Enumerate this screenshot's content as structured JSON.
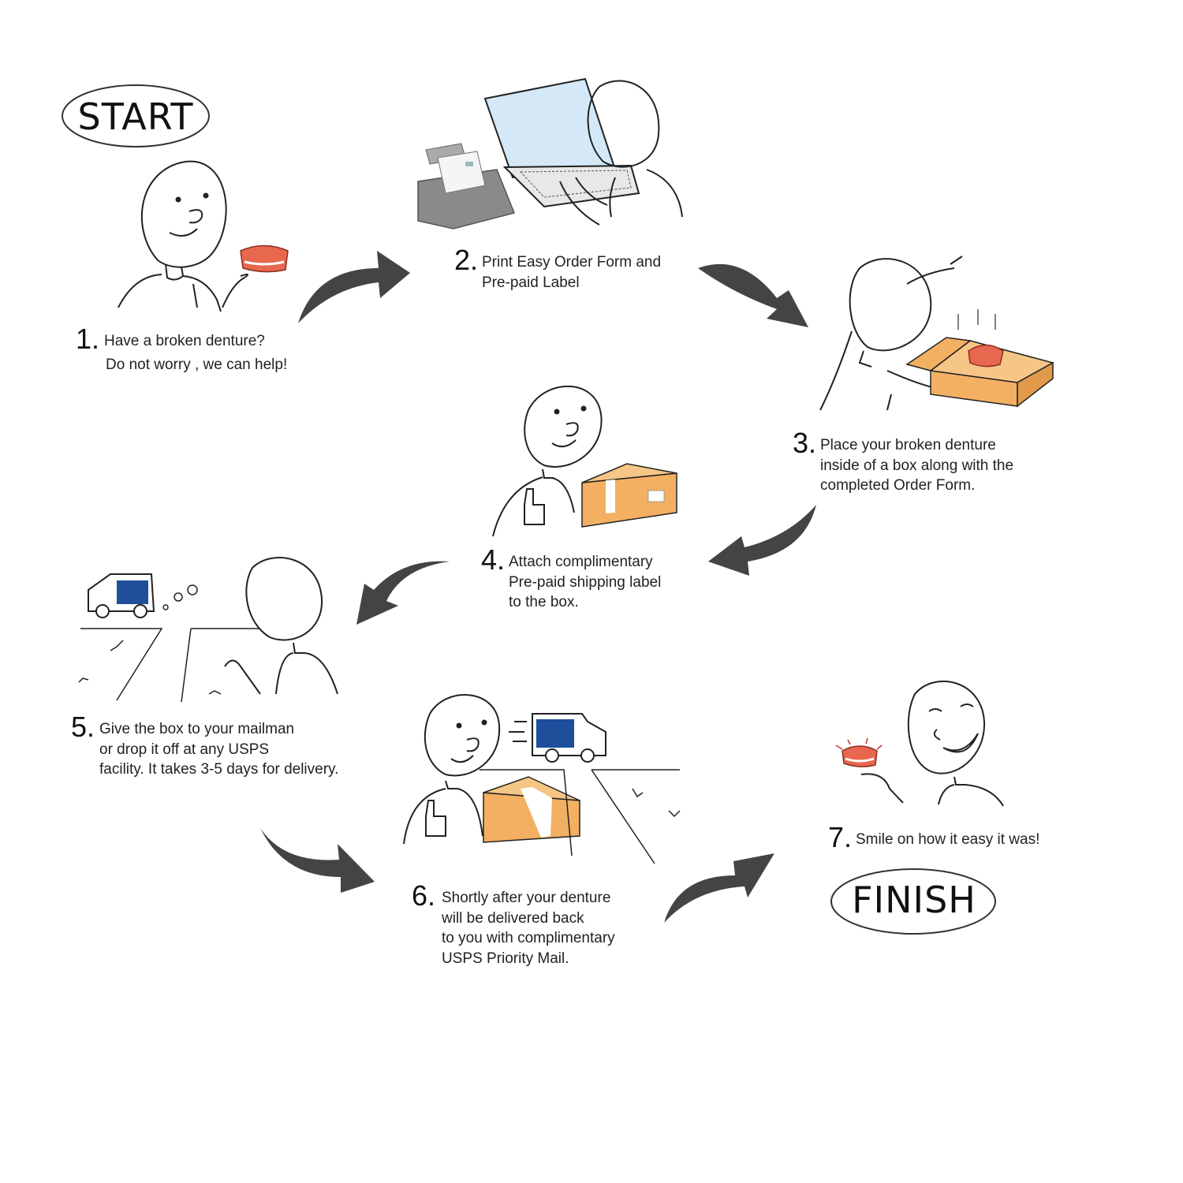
{
  "start_label": "START",
  "finish_label": "FINISH",
  "steps": [
    {
      "num": "1.",
      "lines": [
        "Have a broken denture?",
        "Do not worry , we can help!"
      ]
    },
    {
      "num": "2.",
      "lines": [
        "Print Easy Order Form and",
        "Pre-paid Label"
      ]
    },
    {
      "num": "3.",
      "lines": [
        "Place your broken denture",
        "inside of a box along with the",
        "completed Order Form."
      ]
    },
    {
      "num": "4.",
      "lines": [
        "Attach complimentary",
        "Pre-paid shipping label",
        "to the box."
      ]
    },
    {
      "num": "5.",
      "lines": [
        "Give the box to your mailman",
        "or drop it off at any USPS",
        "facility. It takes 3-5 days for delivery."
      ]
    },
    {
      "num": "6.",
      "lines": [
        "Shortly after your denture",
        "will be delivered back",
        "to you with complimentary",
        "USPS Priority Mail."
      ]
    },
    {
      "num": "7.",
      "lines": [
        "Smile on how it easy it was!"
      ]
    }
  ],
  "colors": {
    "arrow": "#444444",
    "box": "#f3b063",
    "denture": "#e8674f",
    "screen": "#d4e8f7",
    "usps_blue": "#1f4e9a"
  }
}
